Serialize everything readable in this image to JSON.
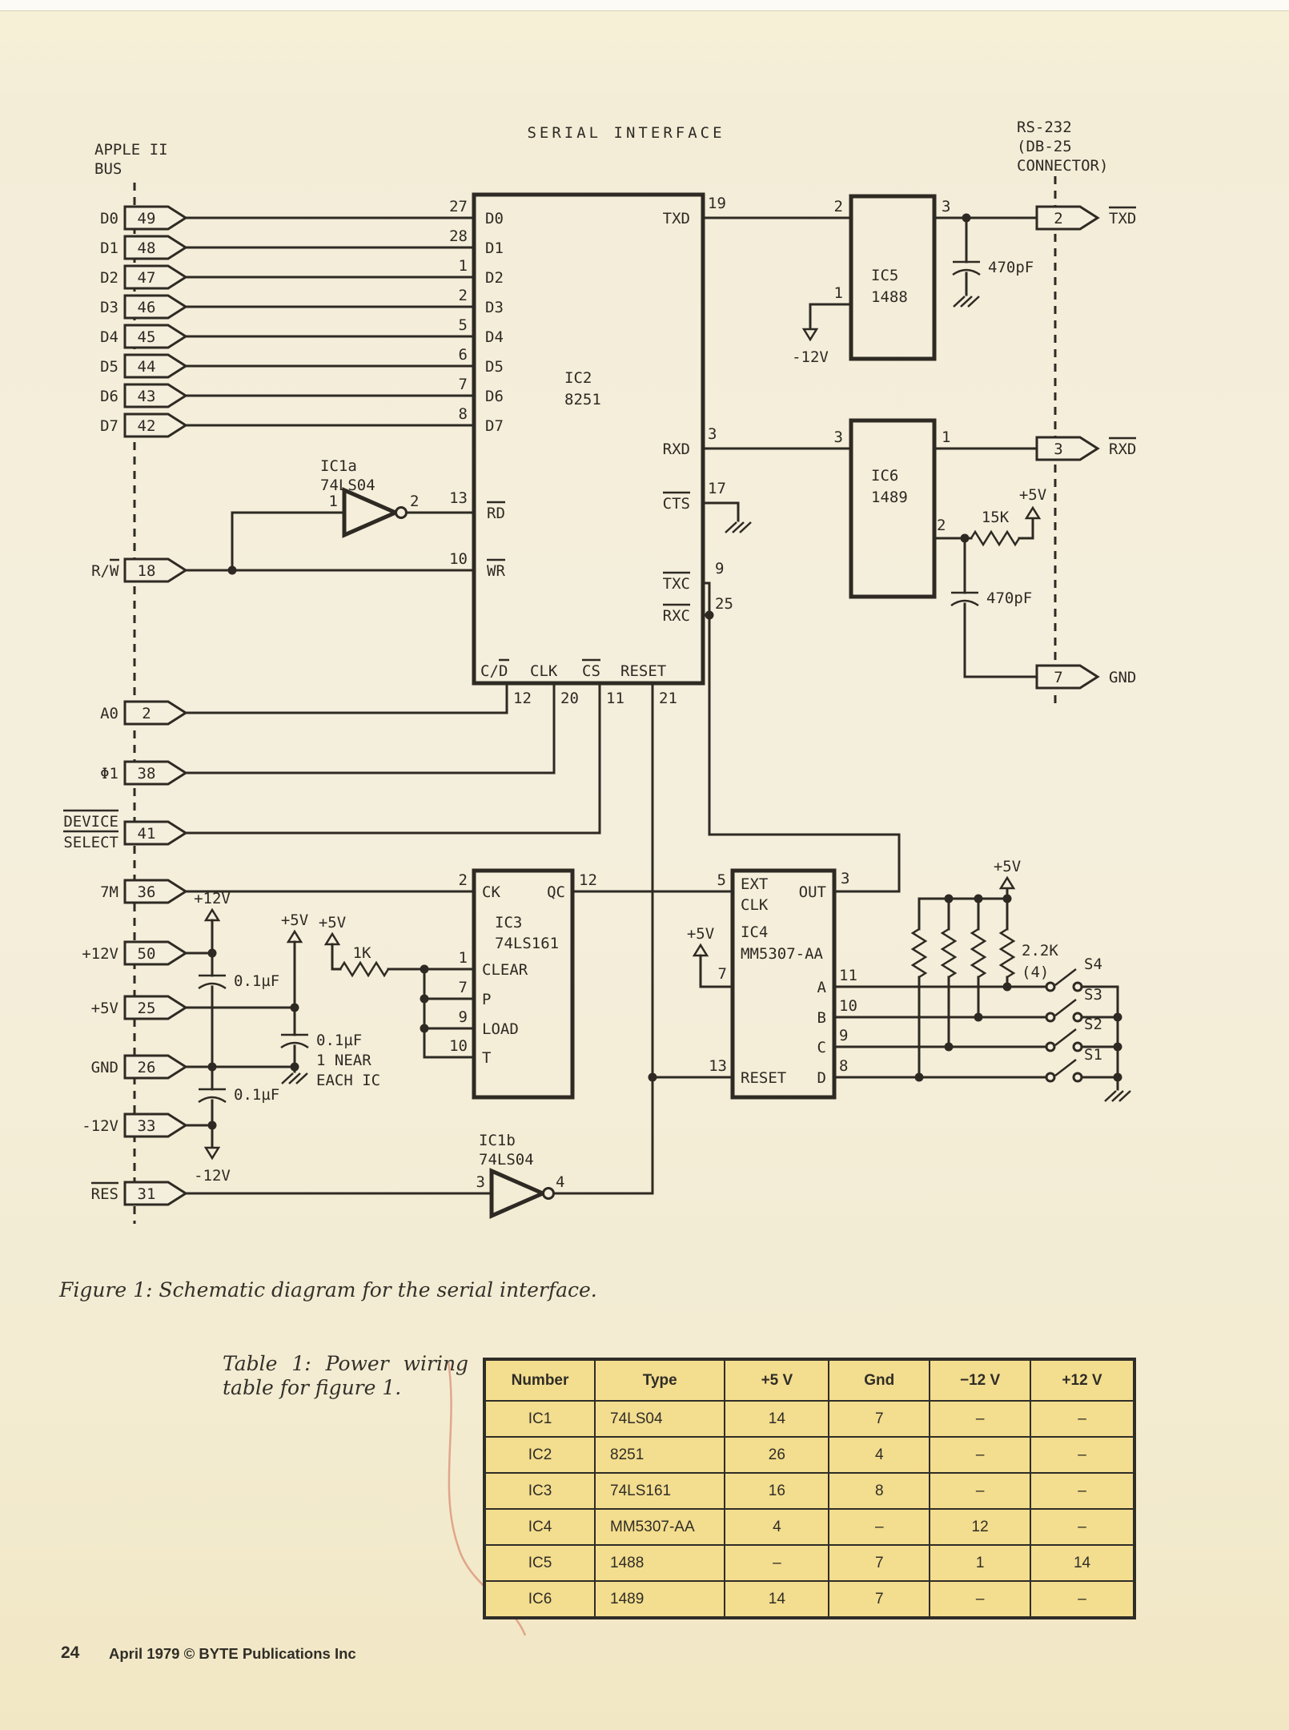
{
  "colors": {
    "paper": "#f4eedd",
    "ink": "#2e2a23",
    "table_bg": "#f3dd8e"
  },
  "page": {
    "figure_caption": "Figure 1: Schematic diagram for the serial interface.",
    "table_caption_1": "Table 1: Power wiring",
    "table_caption_2": "table for figure 1.",
    "page_number": "24",
    "footer": "April 1979 © BYTE Publications Inc"
  },
  "s": {
    "title": "SERIAL INTERFACE",
    "bus_title_1": "APPLE II",
    "bus_title_2": "BUS",
    "rs232_1": "RS-232",
    "rs232_2": "(DB-25",
    "rs232_3": "CONNECTOR)",
    "bus": [
      {
        "sig": "D0",
        "pin": "49",
        "icpin": "27"
      },
      {
        "sig": "D1",
        "pin": "48",
        "icpin": "28"
      },
      {
        "sig": "D2",
        "pin": "47",
        "icpin": "1"
      },
      {
        "sig": "D3",
        "pin": "46",
        "icpin": "2"
      },
      {
        "sig": "D4",
        "pin": "45",
        "icpin": "5"
      },
      {
        "sig": "D5",
        "pin": "44",
        "icpin": "6"
      },
      {
        "sig": "D6",
        "pin": "43",
        "icpin": "7"
      },
      {
        "sig": "D7",
        "pin": "42",
        "icpin": "8"
      }
    ],
    "rw": {
      "plain": "R/",
      "over": "W",
      "pin": "18"
    },
    "a0": {
      "sig": "A0",
      "pin": "2"
    },
    "phi1": {
      "sig": "Φ1",
      "pin": "38"
    },
    "devsel": {
      "l1": "DEVICE",
      "l2": "SELECT",
      "pin": "41"
    },
    "m7": {
      "sig": "7M",
      "pin": "36"
    },
    "p12": {
      "sig": "+12V",
      "pin": "50"
    },
    "p5": {
      "sig": "+5V",
      "pin": "25"
    },
    "gnd": {
      "sig": "GND",
      "pin": "26"
    },
    "n12": {
      "sig": "-12V",
      "pin": "33"
    },
    "res": {
      "sig": "RES",
      "pin": "31"
    },
    "ic1a": {
      "name": "IC1a",
      "type": "74LS04",
      "pin_in": "1",
      "pin_out": "2"
    },
    "ic1b": {
      "name": "IC1b",
      "type": "74LS04",
      "pin_in": "3",
      "pin_out": "4"
    },
    "ic2": {
      "name": "IC2",
      "type": "8251",
      "d": [
        "D0",
        "D1",
        "D2",
        "D3",
        "D4",
        "D5",
        "D6",
        "D7"
      ],
      "rd": "RD",
      "rd_pin": "13",
      "wr": "WR",
      "wr_pin": "10",
      "cd_plain": "C/",
      "cd_over": "D",
      "cd_pin": "12",
      "clk": "CLK",
      "clk_pin": "20",
      "cs": "CS",
      "cs_pin": "11",
      "reset": "RESET",
      "reset_pin": "21",
      "txd": "TXD",
      "txd_pin": "19",
      "rxd": "RXD",
      "rxd_pin": "3",
      "cts": "CTS",
      "cts_pin": "17",
      "txc": "TXC",
      "txc_pin": "9",
      "rxc": "RXC",
      "rxc_pin": "25"
    },
    "ic3": {
      "name": "IC3",
      "type": "74LS161",
      "ck": "CK",
      "ck_pin": "2",
      "qc": "QC",
      "qc_pin": "12",
      "clear": "CLEAR",
      "clear_pin": "1",
      "p": "P",
      "p_pin": "7",
      "load": "LOAD",
      "load_pin": "9",
      "t": "T",
      "t_pin": "10",
      "r": "1K",
      "rail": "+5V"
    },
    "ic4": {
      "name": "IC4",
      "type": "MM5307-AA",
      "ext1": "EXT",
      "ext2": "CLK",
      "ext_pin": "5",
      "out": "OUT",
      "out_pin": "3",
      "vcc": "+5V",
      "vcc_pin": "7",
      "a": "A",
      "a_pin": "11",
      "b": "B",
      "b_pin": "10",
      "c": "C",
      "c_pin": "9",
      "d": "D",
      "d_pin": "8",
      "reset": "RESET",
      "reset_pin": "13"
    },
    "ic5": {
      "name": "IC5",
      "type": "1488",
      "in_pin": "2",
      "out_pin": "3",
      "neg_pin": "1",
      "neg": "-12V",
      "cap": "470pF"
    },
    "ic6": {
      "name": "IC6",
      "type": "1489",
      "in_pin": "3",
      "out_pin": "1",
      "bias_pin": "2",
      "r": "15K",
      "rail": "+5V",
      "cap": "470pF"
    },
    "db25": [
      {
        "pin": "2",
        "sig": "TXD"
      },
      {
        "pin": "3",
        "sig": "RXD"
      },
      {
        "pin": "7",
        "sig": "GND"
      }
    ],
    "power": {
      "p12": "+12V",
      "n12": "-12V",
      "p5": "+5V",
      "cap1": "0.1µF",
      "cap2": "0.1µF",
      "cap3": "0.1µF",
      "note1": "1 NEAR",
      "note2": "EACH IC"
    },
    "pullup": {
      "val": "2.2K",
      "qty": "(4)",
      "rail": "+5V"
    },
    "switches": [
      "S4",
      "S3",
      "S2",
      "S1"
    ]
  },
  "table": {
    "headers": [
      "Number",
      "Type",
      "+5 V",
      "Gnd",
      "−12 V",
      "+12 V"
    ],
    "rows": [
      [
        "IC1",
        "74LS04",
        "14",
        "7",
        "–",
        "–"
      ],
      [
        "IC2",
        "8251",
        "26",
        "4",
        "–",
        "–"
      ],
      [
        "IC3",
        "74LS161",
        "16",
        "8",
        "–",
        "–"
      ],
      [
        "IC4",
        "MM5307-AA",
        "4",
        "–",
        "12",
        "–"
      ],
      [
        "IC5",
        "1488",
        "–",
        "7",
        "1",
        "14"
      ],
      [
        "IC6",
        "1489",
        "14",
        "7",
        "–",
        "–"
      ]
    ]
  }
}
